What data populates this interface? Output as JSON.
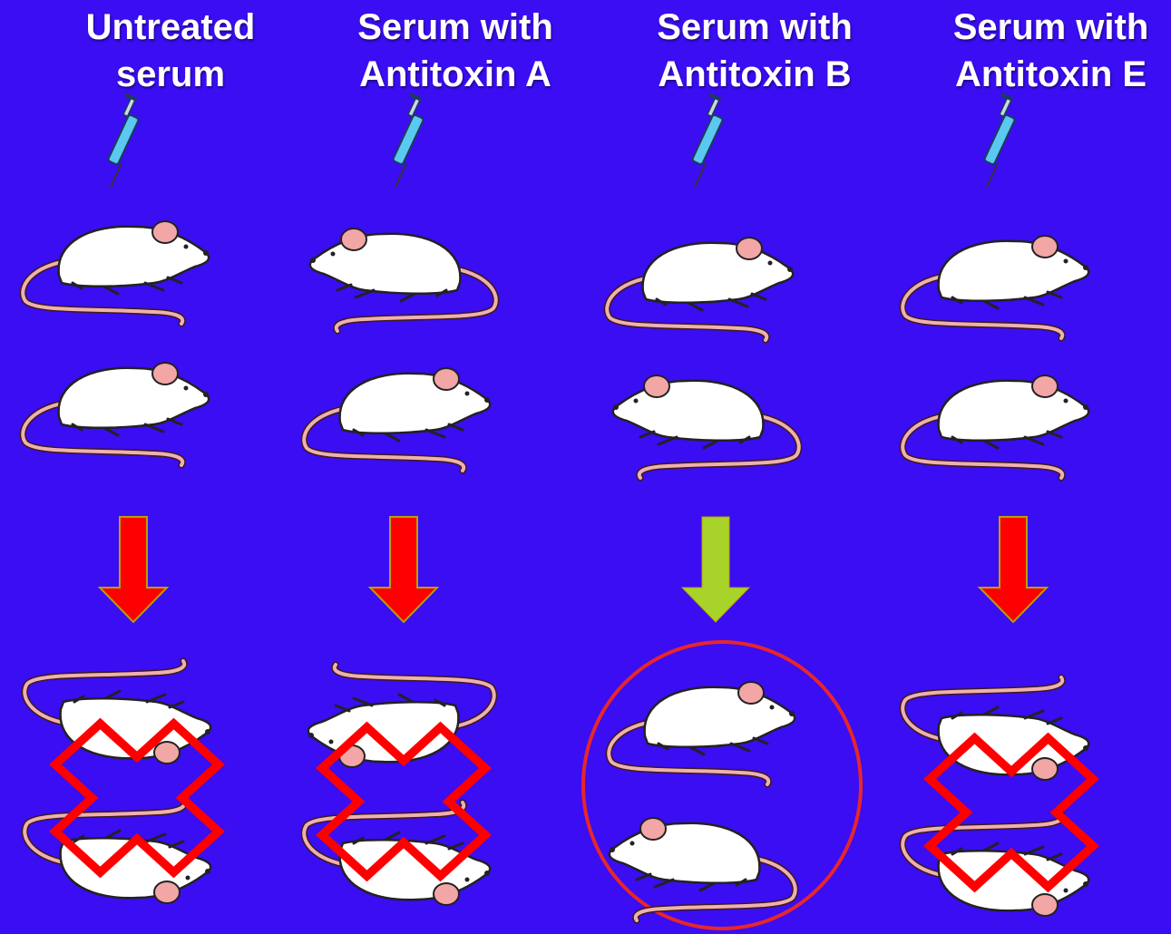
{
  "colors": {
    "background": "#3a0df2",
    "death_arrow": "#ff0000",
    "survive_arrow": "#a8d42a",
    "x_mark": "#ff0000",
    "circle": "#e8262a",
    "syringe_barrel": "#5ac8f0"
  },
  "groups": [
    {
      "line1": "Untreated",
      "line2": "serum",
      "outcome": "died"
    },
    {
      "line1": "Serum with",
      "line2": "Antitoxin A",
      "outcome": "died"
    },
    {
      "line1": "Serum with",
      "line2": "Antitoxin B",
      "outcome": "survived"
    },
    {
      "line1": "Serum with",
      "line2": "Antitoxin E",
      "outcome": "died"
    }
  ]
}
